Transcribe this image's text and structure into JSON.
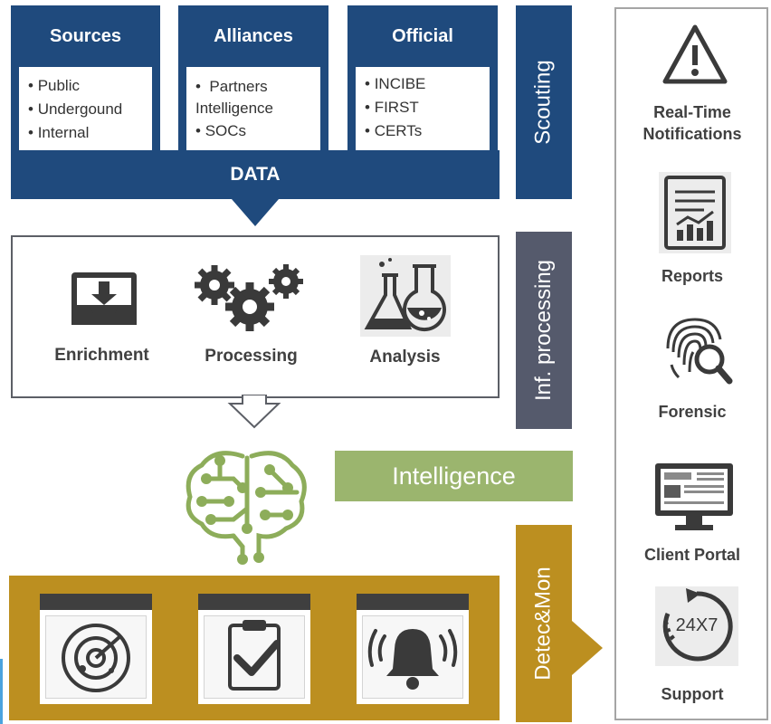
{
  "sources": [
    {
      "title": "Sources",
      "items": [
        "Public",
        "Undergound",
        "Internal"
      ]
    },
    {
      "title": "Alliances",
      "items": [
        " Partners Intelligence",
        "SOCs"
      ]
    },
    {
      "title": "Official",
      "items": [
        "INCIBE",
        "FIRST",
        "CERTs"
      ]
    }
  ],
  "data_label": "DATA",
  "stages": {
    "scouting": "Scouting",
    "processing": "Inf. processing",
    "detection": "Detec&Mon"
  },
  "processing_steps": [
    "Enrichment",
    "Processing",
    "Analysis"
  ],
  "intelligence_label": "Intelligence",
  "services": [
    {
      "label": "Real-Time Notifications",
      "icon": "warning-triangle-icon"
    },
    {
      "label": "Reports",
      "icon": "report-chart-icon"
    },
    {
      "label": "Forensic",
      "icon": "fingerprint-magnifier-icon"
    },
    {
      "label": "Client Portal",
      "icon": "monitor-icon"
    },
    {
      "label": "Support",
      "icon": "clock-24x7-icon",
      "badge": "24X7"
    }
  ],
  "detection_icons": [
    "radar-icon",
    "clipboard-check-icon",
    "alarm-bell-icon"
  ],
  "colors": {
    "navy": "#1f4a7d",
    "slate": "#555a6c",
    "green": "#9bb56e",
    "gold": "#bc8f20"
  }
}
